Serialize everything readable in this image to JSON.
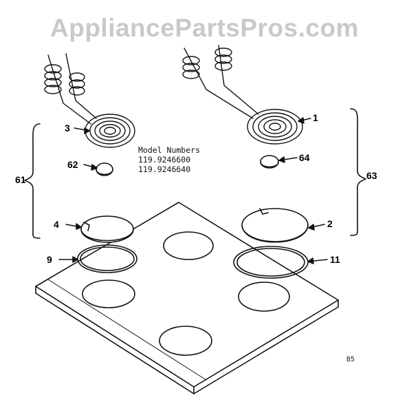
{
  "watermark": "AppliancePartsPros.com",
  "model_heading": "Model Numbers",
  "model_numbers": [
    "119.9246600",
    "119.9246640"
  ],
  "callouts": {
    "c1": "1",
    "c2": "2",
    "c3": "3",
    "c4": "4",
    "c9": "9",
    "c11": "11",
    "c61": "61",
    "c62": "62",
    "c63": "63",
    "c64": "64"
  },
  "page_code": "B5"
}
